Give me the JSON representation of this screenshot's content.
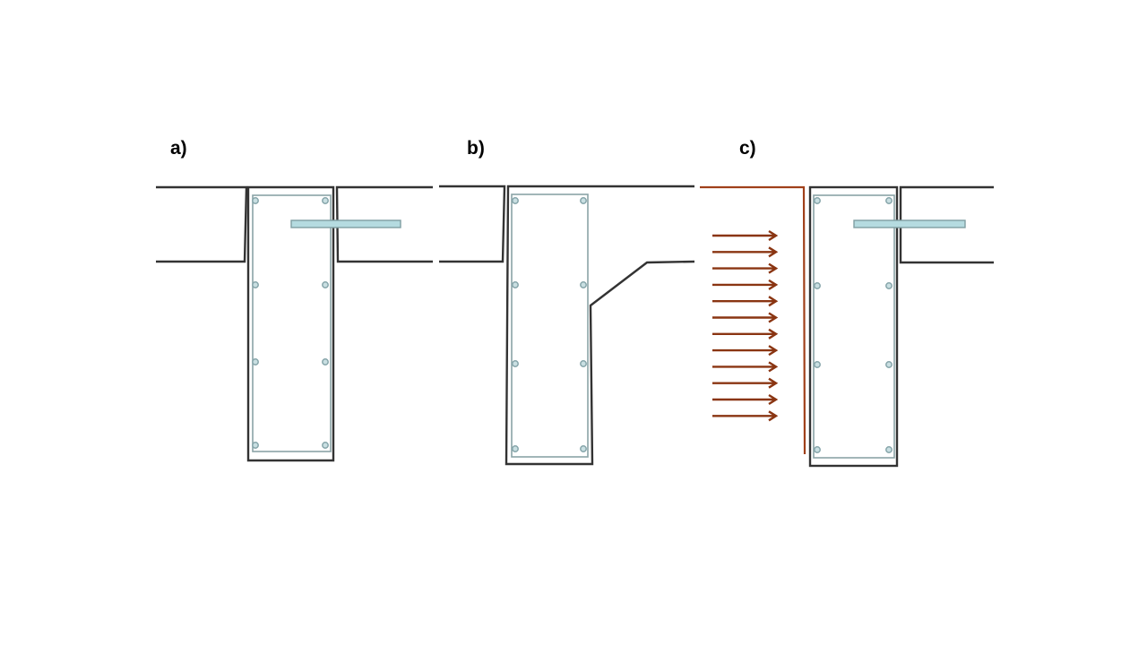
{
  "panels": [
    {
      "label": "a)"
    },
    {
      "label": "b)"
    },
    {
      "label": "c)"
    }
  ],
  "colors": {
    "outline": "#333333",
    "rebar": "#8aa3a6",
    "plate": "#b5dbe0",
    "load_arrows": "#8a3512"
  },
  "load_arrow_count": 12
}
